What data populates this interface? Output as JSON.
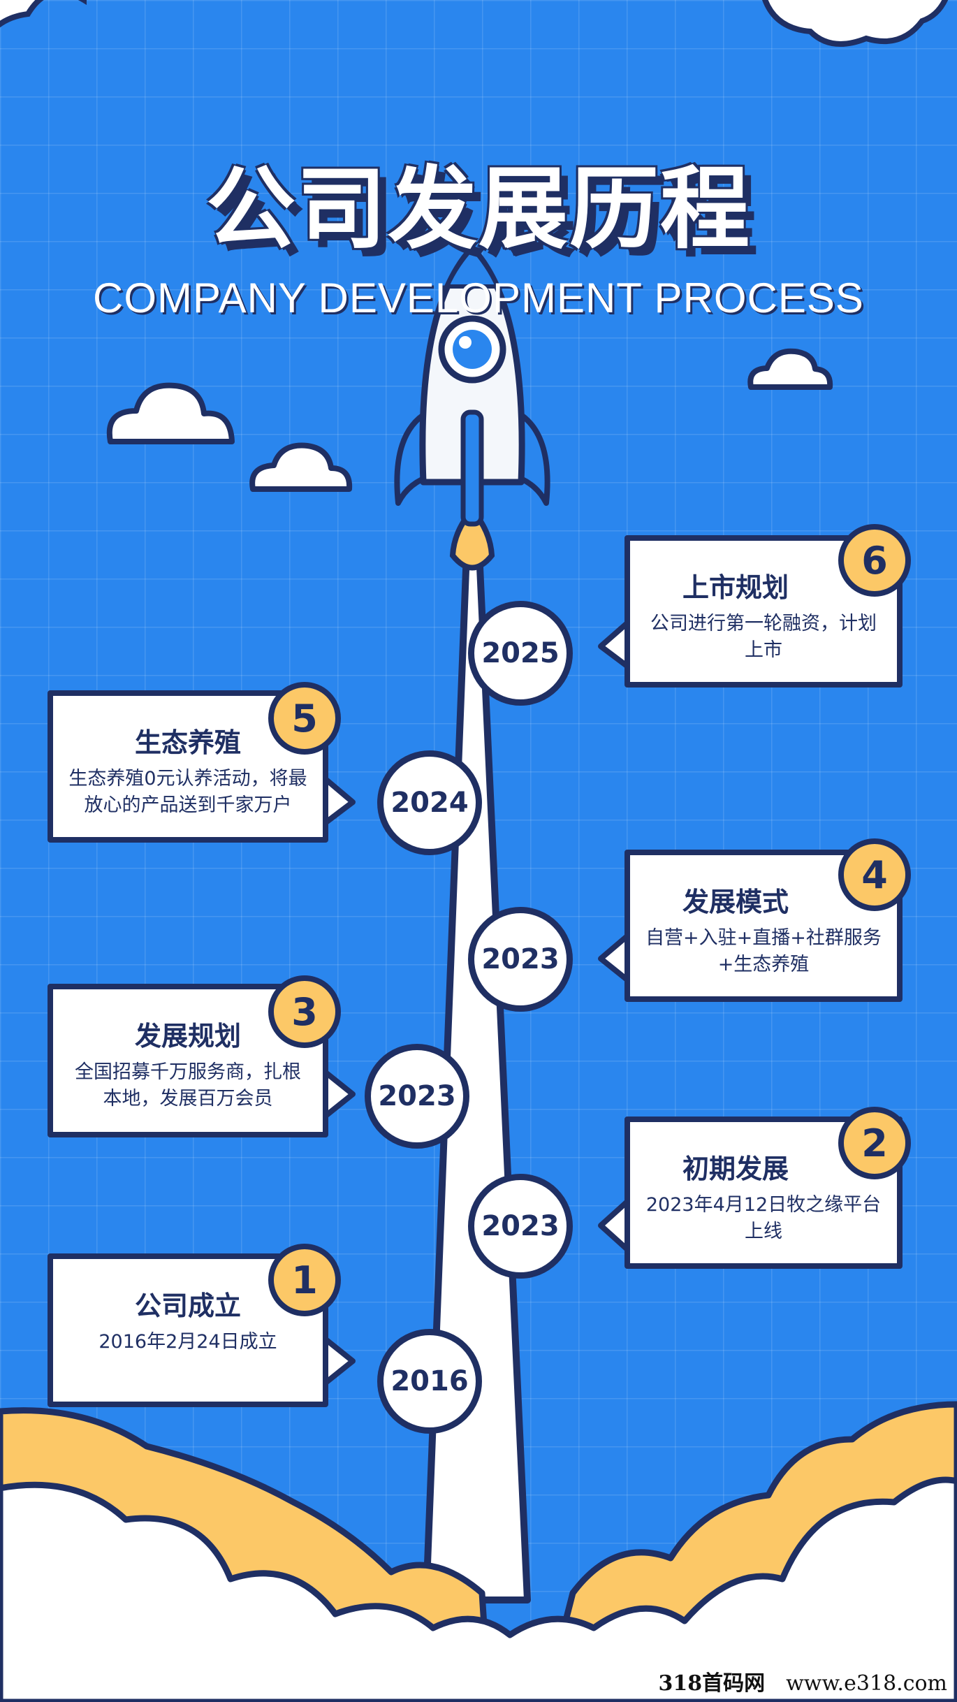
{
  "header": {
    "title_cn": "公司发展历程",
    "title_en": "COMPANY DEVELOPMENT PROCESS"
  },
  "milestones": [
    {
      "number": "1",
      "year": "2016",
      "title": "公司成立",
      "desc": "2016年2月24日成立",
      "side": "left"
    },
    {
      "number": "2",
      "year": "2023",
      "title": "初期发展",
      "desc": "2023年4月12日牧之缘平台上线",
      "side": "right"
    },
    {
      "number": "3",
      "year": "2023",
      "title": "发展规划",
      "desc": "全国招募千万服务商，扎根本地，发展百万会员",
      "side": "left"
    },
    {
      "number": "4",
      "year": "2023",
      "title": "发展模式",
      "desc": "自营+入驻+直播+社群服务+生态养殖",
      "side": "right"
    },
    {
      "number": "5",
      "year": "2024",
      "title": "生态养殖",
      "desc": "生态养殖0元认养活动，将最放心的产品送到千家万户",
      "side": "left"
    },
    {
      "number": "6",
      "year": "2025",
      "title": "上市规划",
      "desc": "公司进行第一轮融资，计划上市",
      "side": "right"
    }
  ],
  "watermark": {
    "site_name": "318首码网",
    "site_url": "www.e318.com"
  },
  "colors": {
    "background": "#2a86ee",
    "navy": "#1f2f63",
    "yellow": "#fcc867",
    "white": "#ffffff"
  },
  "icons": [
    "rocket-icon",
    "cloud-icon"
  ]
}
